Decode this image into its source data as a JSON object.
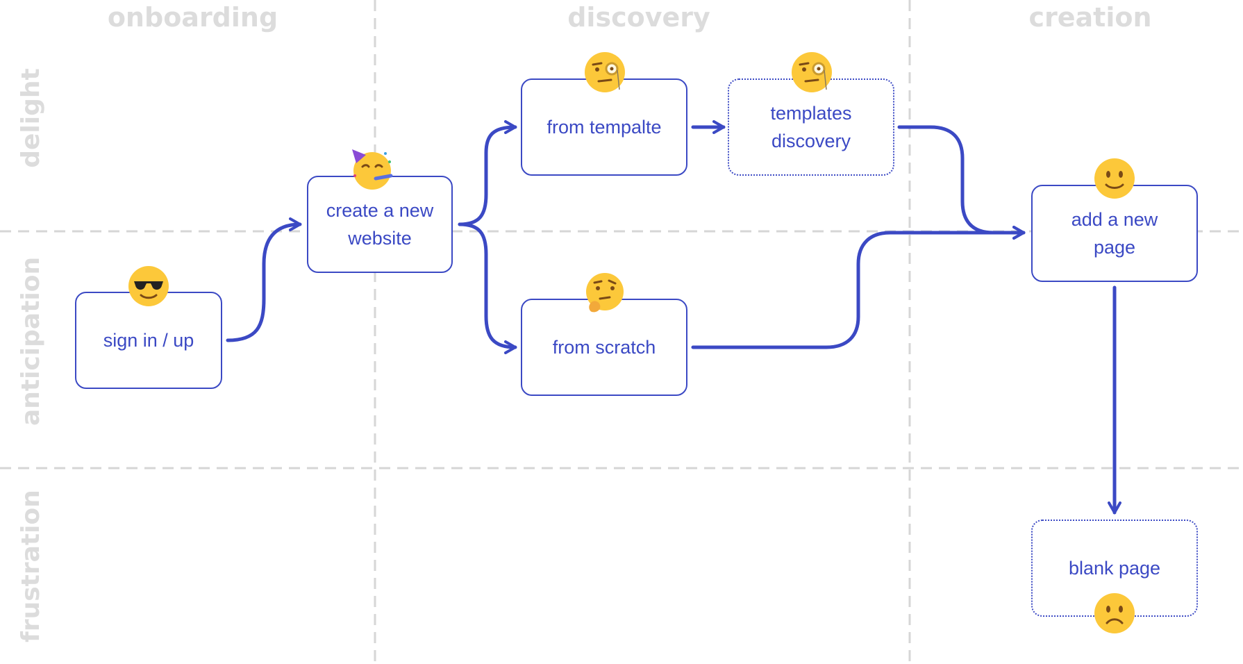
{
  "columns": {
    "onboarding": "onboarding",
    "discovery": "discovery",
    "creation": "creation"
  },
  "rows": {
    "delight": "delight",
    "anticipation": "anticipation",
    "frustration": "frustration"
  },
  "nodes": {
    "sign_in": {
      "label": "sign in / up",
      "emoji": "sunglasses-face-icon"
    },
    "create_website": {
      "label": "create a new website",
      "emoji": "party-face-icon"
    },
    "from_template": {
      "label": "from tempalte",
      "emoji": "monocle-face-icon"
    },
    "templates_discovery": {
      "label": "templates discovery",
      "emoji": "monocle-face-icon"
    },
    "from_scratch": {
      "label": "from scratch",
      "emoji": "thinking-face-icon"
    },
    "add_page": {
      "label": "add a new page",
      "emoji": "smiling-face-icon"
    },
    "blank_page": {
      "label": "blank page",
      "emoji": "frowning-face-icon"
    }
  },
  "colors": {
    "accent": "#3b49c4",
    "grid_line": "#d6d6d6",
    "header_text": "#dcdcdc",
    "emoji_yellow": "#fcc83a"
  }
}
